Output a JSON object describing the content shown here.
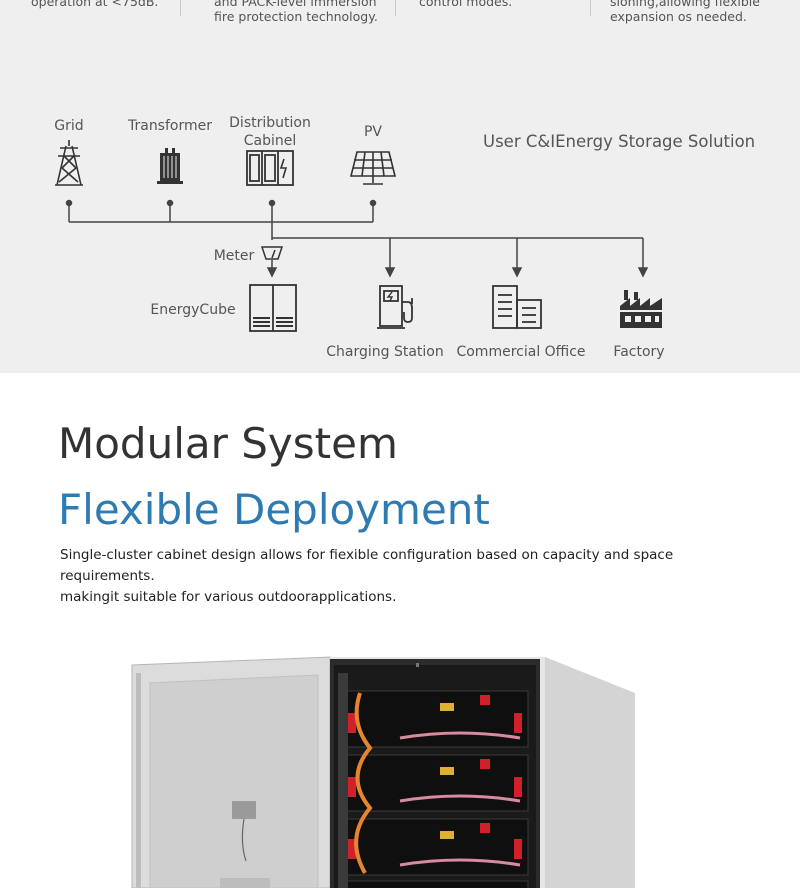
{
  "features": [
    {
      "text": "operation at <75dB."
    },
    {
      "text": "and PACK-level immersion\nfire protection technology."
    },
    {
      "text": "control modes."
    },
    {
      "text": "sioning,allowing flexible\nexpansion os needed."
    }
  ],
  "diagram": {
    "title": "User C&IEnergy Storage Solution",
    "sources": {
      "grid": "Grid",
      "transformer": "Transformer",
      "distribution": "Distribution\nCabinel",
      "pv": "PV"
    },
    "meter": "Meter",
    "energycube": "EnergyCube",
    "loads": {
      "charging": "Charging Station",
      "office": "Commercial Office",
      "factory": "Factory"
    }
  },
  "modular": {
    "title": "Modular System",
    "subtitle": "Flexible Deployment",
    "description_line1": "Single-cluster cabinet design allows for fiexible configuration based on capacity and space requirements.",
    "description_line2": "makingit suitable for various outdoorapplications."
  },
  "colors": {
    "accent": "#2e7bb3",
    "battery_handle": "#d0212a",
    "cable": "#e7852e"
  }
}
